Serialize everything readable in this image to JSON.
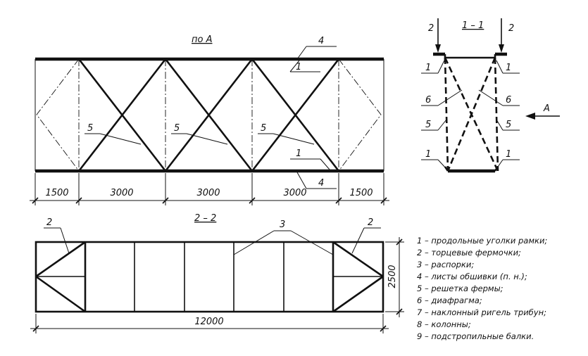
{
  "views": {
    "plan_a": {
      "title": "по А",
      "dims": [
        "1500",
        "3000",
        "3000",
        "3000",
        "1500"
      ],
      "labels": {
        "chord_top_num": "4",
        "chord_top_angle": "1",
        "lattice": "5",
        "chord_bot_angle": "1",
        "chord_bot_num": "4"
      }
    },
    "section_1_1": {
      "title": "1 – 1",
      "load": "2",
      "labels": {
        "angle": "1",
        "diaphragm": "6",
        "lattice": "5"
      },
      "view_arrow": "А"
    },
    "section_2_2": {
      "title": "2 – 2",
      "labels": {
        "end_truss": "2",
        "strut": "3"
      },
      "length": "12000",
      "height": "2500"
    }
  },
  "legend": [
    "1 – продольные уголки рамки;",
    "2 – торцевые фермочки;",
    "3 – распорки;",
    "4 – листы обшивки (п. н.);",
    "5 – решетка фермы;",
    "6 – диафрагма;",
    "7 – наклонный ригель трибун;",
    "8 – колонны;",
    "9 – подстропильные балки."
  ]
}
